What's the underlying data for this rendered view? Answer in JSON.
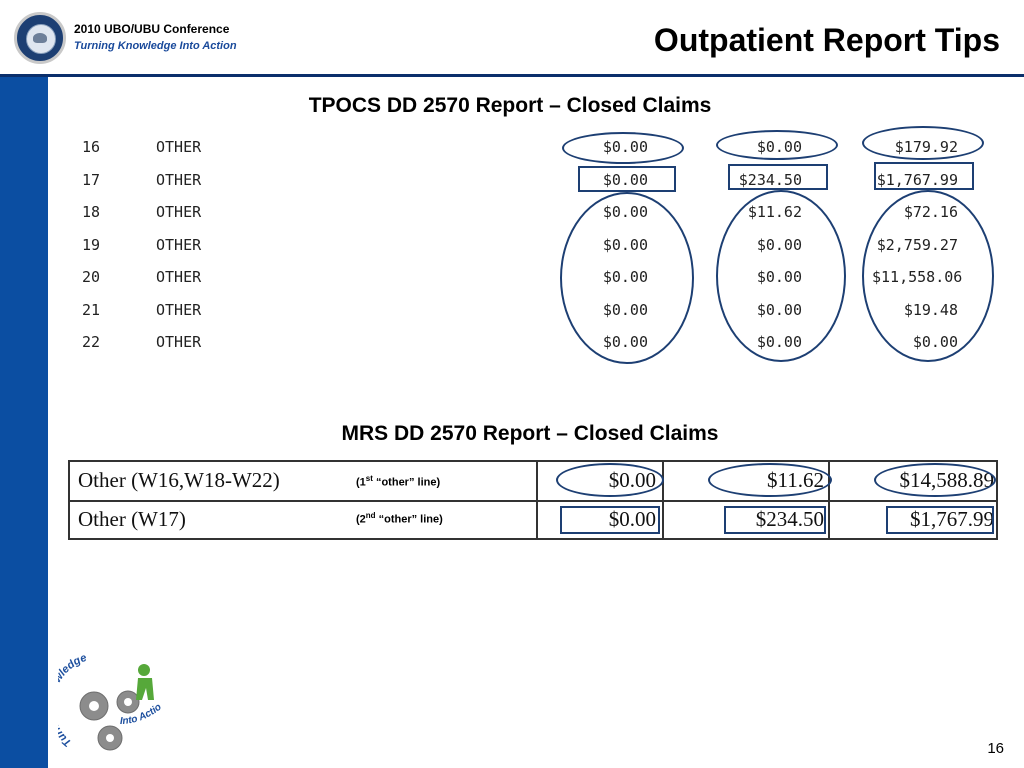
{
  "header": {
    "conference_title": "2010 UBO/UBU Conference",
    "conference_subtitle": "Turning Knowledge Into Action",
    "page_title": "Outpatient Report Tips"
  },
  "tpocs": {
    "title": "TPOCS DD 2570 Report – Closed Claims",
    "rows": [
      {
        "num": "16",
        "label": "OTHER",
        "v1": "$0.00",
        "v2": "$0.00",
        "v3": "$179.92"
      },
      {
        "num": "17",
        "label": "OTHER",
        "v1": "$0.00",
        "v2": "$234.50",
        "v3": "$1,767.99"
      },
      {
        "num": "18",
        "label": "OTHER",
        "v1": "$0.00",
        "v2": "$11.62",
        "v3": "$72.16"
      },
      {
        "num": "19",
        "label": "OTHER",
        "v1": "$0.00",
        "v2": "$0.00",
        "v3": "$2,759.27"
      },
      {
        "num": "20",
        "label": "OTHER",
        "v1": "$0.00",
        "v2": "$0.00",
        "v3": "$11,558.06"
      },
      {
        "num": "21",
        "label": "OTHER",
        "v1": "$0.00",
        "v2": "$0.00",
        "v3": "$19.48"
      },
      {
        "num": "22",
        "label": "OTHER",
        "v1": "$0.00",
        "v2": "$0.00",
        "v3": "$0.00"
      }
    ]
  },
  "mrs": {
    "title": "MRS DD 2570 Report – Closed Claims",
    "rows": [
      {
        "label": "Other  (W16,W18-W22)",
        "note_pre": "(1",
        "note_sup": "st",
        "note_post": " “other” line)",
        "v1": "$0.00",
        "v2": "$11.62",
        "v3": "$14,588.89"
      },
      {
        "label": "Other  (W17)",
        "note_pre": "(2",
        "note_sup": "nd",
        "note_post": " “other” line)",
        "v1": "$0.00",
        "v2": "$234.50",
        "v3": "$1,767.99"
      }
    ]
  },
  "logo": {
    "text_top": "Turning Knowledge",
    "text_bottom": "Into Action"
  },
  "footer": {
    "page_number": "16"
  },
  "colors": {
    "sidebar": "#0b4ea2",
    "annotation": "#1d3f73"
  }
}
